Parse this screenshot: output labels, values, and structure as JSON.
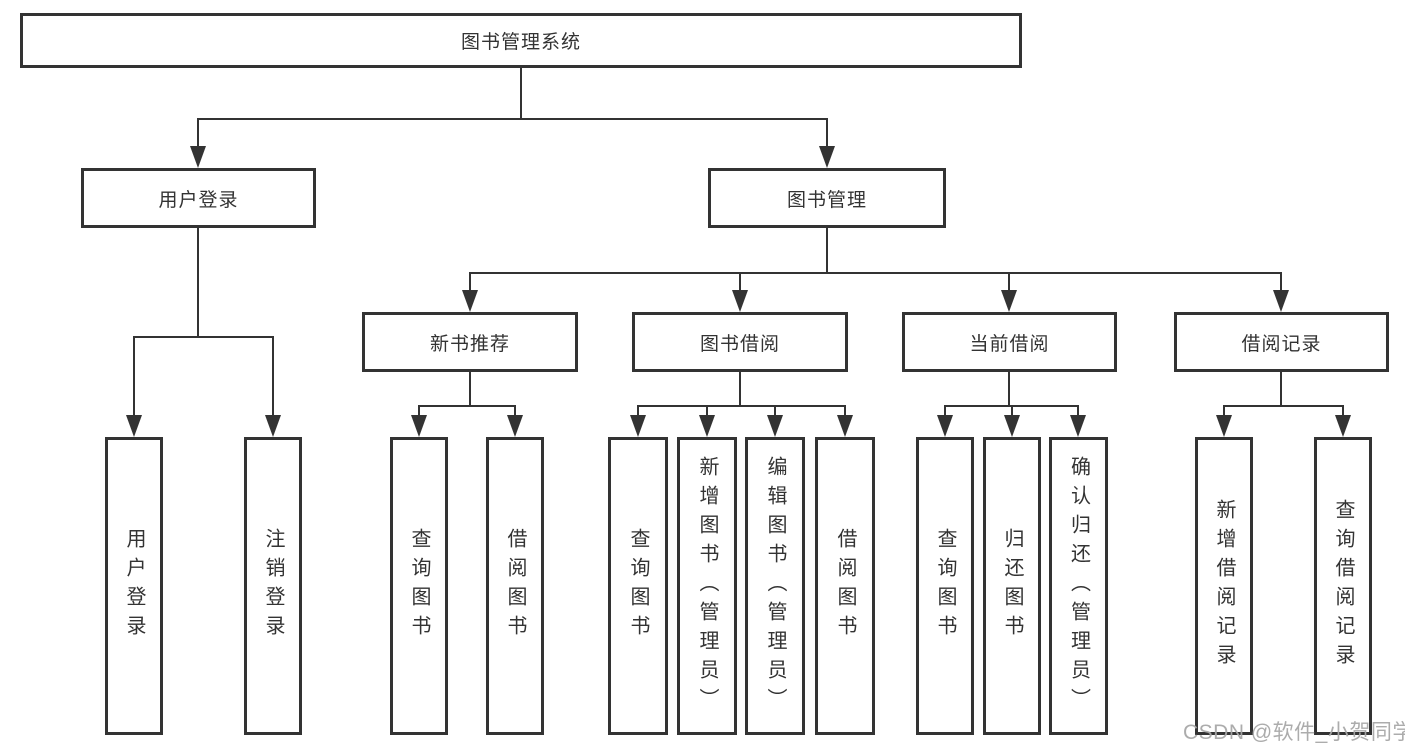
{
  "nodes": {
    "root": "图书管理系统",
    "children": [
      {
        "label": "用户登录",
        "children": [
          "用户登录",
          "注销登录"
        ]
      },
      {
        "label": "图书管理",
        "children": [
          {
            "label": "新书推荐",
            "children": [
              "查询图书",
              "借阅图书"
            ]
          },
          {
            "label": "图书借阅",
            "children": [
              "查询图书",
              "新增图书（管理员）",
              "编辑图书（管理员）",
              "借阅图书"
            ]
          },
          {
            "label": "当前借阅",
            "children": [
              "查询图书",
              "归还图书",
              "确认归还（管理员）"
            ]
          },
          {
            "label": "借阅记录",
            "children": [
              "新增借阅记录",
              "查询借阅记录"
            ]
          }
        ]
      }
    ]
  },
  "watermark": {
    "text": "CSDN @软件_小贺同学"
  },
  "colors": {
    "line": "#333333",
    "text": "#333333",
    "background": "#ffffff",
    "watermark": "#a8a8a8"
  }
}
